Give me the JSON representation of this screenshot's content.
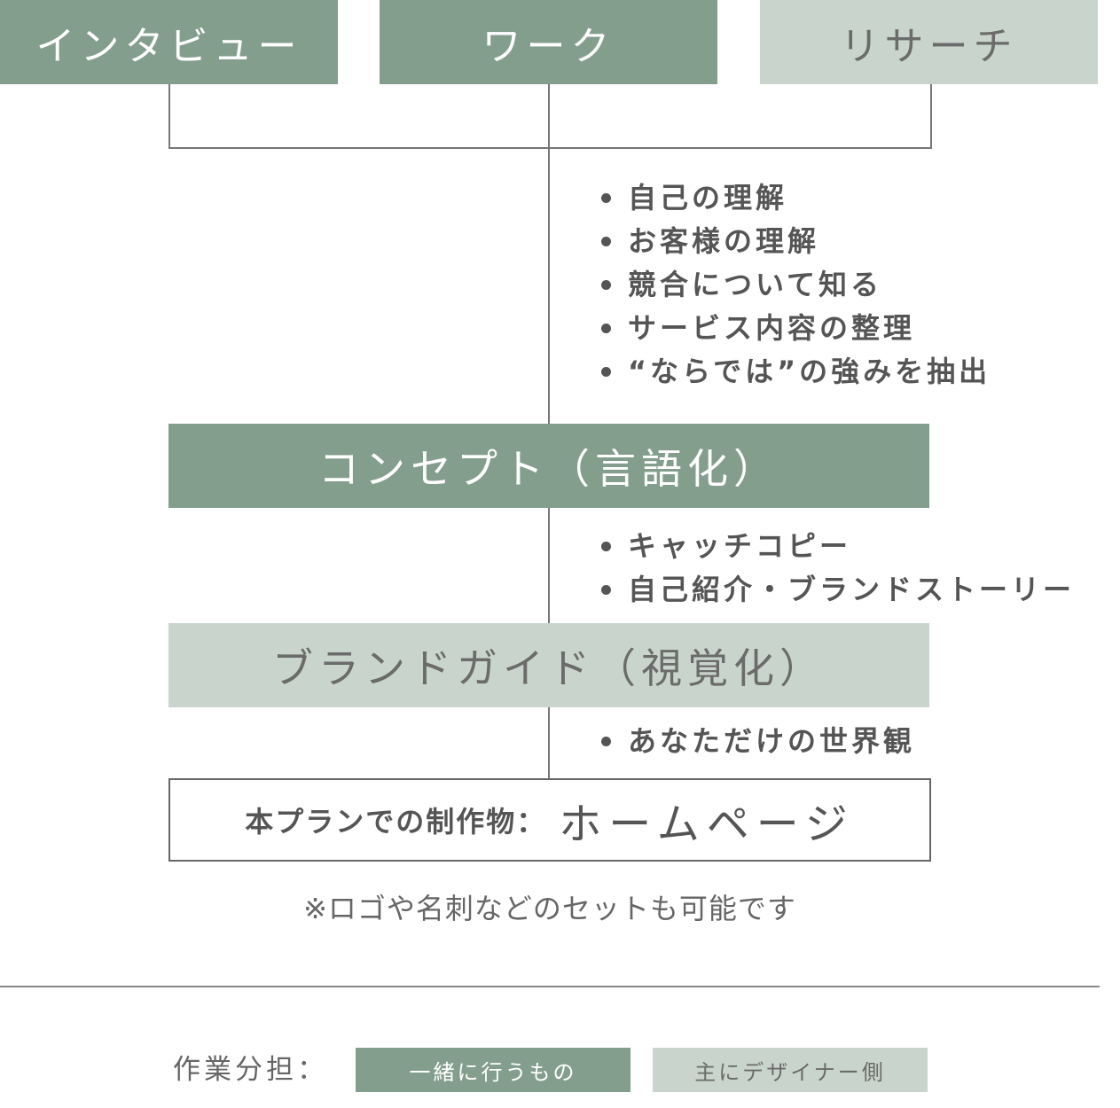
{
  "top_boxes": [
    {
      "label": "インタビュー",
      "style": "dark"
    },
    {
      "label": "ワーク",
      "style": "dark"
    },
    {
      "label": "リサーチ",
      "style": "light"
    }
  ],
  "step1_items": [
    "自己の理解",
    "お客様の理解",
    "競合について知る",
    "サービス内容の整理",
    "“ならでは”の強みを抽出"
  ],
  "concept_box": {
    "label": "コンセプト（言語化）"
  },
  "step2_items": [
    "キャッチコピー",
    "自己紹介・ブランドストーリー"
  ],
  "brand_box": {
    "label": "ブランドガイド（視覚化）"
  },
  "step3_items": [
    "あなただけの世界観"
  ],
  "deliverable": {
    "label": "本プランでの制作物：",
    "value": "ホームページ"
  },
  "note": "※ロゴや名刺などのセットも可能です",
  "legend": {
    "label": "作業分担：",
    "items": [
      {
        "label": "一緒に行うもの",
        "color": "#839e8d"
      },
      {
        "label": "主にデザイナー側",
        "color": "#c9d5cc"
      }
    ]
  },
  "colors": {
    "dark": "#839e8d",
    "light": "#c9d5cc",
    "line": "#777777"
  }
}
